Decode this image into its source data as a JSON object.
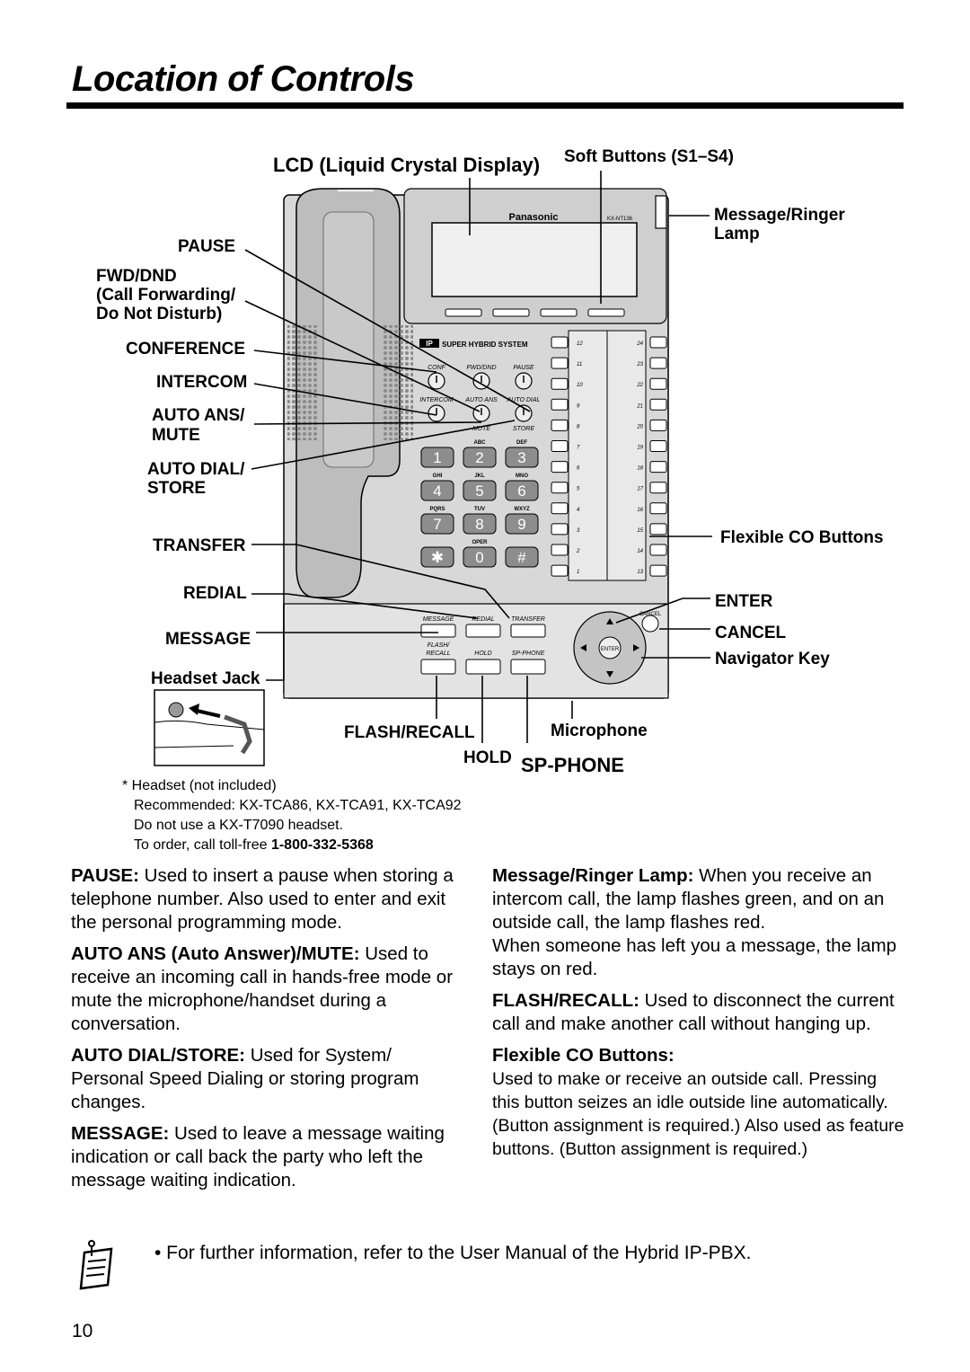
{
  "page": {
    "title": "Location of Controls",
    "page_number": "10",
    "note": "• For further information, refer to the User Manual of the Hybrid IP-PBX."
  },
  "diagram": {
    "labels": {
      "lcd": "LCD (Liquid Crystal Display)",
      "soft_buttons": "Soft Buttons (S1–S4)",
      "msg_lamp_1": "Message/Ringer",
      "msg_lamp_2": "Lamp",
      "pause": "PAUSE",
      "fwd_1": "FWD/DND",
      "fwd_2": "(Call Forwarding/",
      "fwd_3": "Do Not Disturb)",
      "conference": "CONFERENCE",
      "intercom": "INTERCOM",
      "auto_ans_1": "AUTO ANS/",
      "auto_ans_2": "MUTE",
      "auto_dial_1": "AUTO DIAL/",
      "auto_dial_2": "STORE",
      "transfer": "TRANSFER",
      "redial": "REDIAL",
      "message": "MESSAGE",
      "headset_jack": "Headset Jack",
      "flexible_co": "Flexible CO Buttons",
      "enter": "ENTER",
      "cancel": "CANCEL",
      "navigator": "Navigator Key",
      "flash_recall": "FLASH/RECALL",
      "microphone": "Microphone",
      "hold": "HOLD",
      "sp_phone": "SP-PHONE"
    },
    "phone": {
      "brand": "Panasonic",
      "model": "KX-NT136",
      "system_text": "SUPER HYBRID SYSTEM",
      "ip_badge": "IP",
      "key_labels": [
        "CONF",
        "FWD/DND",
        "PAUSE",
        "INTERCOM",
        "AUTO ANS",
        "AUTO DIAL",
        "MUTE",
        "STORE"
      ],
      "keypad": [
        {
          "digit": "1",
          "letters": ""
        },
        {
          "digit": "2",
          "letters": "ABC"
        },
        {
          "digit": "3",
          "letters": "DEF"
        },
        {
          "digit": "4",
          "letters": "GHI"
        },
        {
          "digit": "5",
          "letters": "JKL"
        },
        {
          "digit": "6",
          "letters": "MNO"
        },
        {
          "digit": "7",
          "letters": "PQRS"
        },
        {
          "digit": "8",
          "letters": "TUV"
        },
        {
          "digit": "9",
          "letters": "WXYZ"
        },
        {
          "digit": "✱",
          "letters": ""
        },
        {
          "digit": "0",
          "letters": "OPER"
        },
        {
          "digit": "#",
          "letters": ""
        }
      ],
      "co_left": [
        "12",
        "11",
        "10",
        "9",
        "8",
        "7",
        "6",
        "5",
        "4",
        "3",
        "2",
        "1"
      ],
      "co_right": [
        "24",
        "23",
        "22",
        "21",
        "20",
        "19",
        "18",
        "17",
        "16",
        "15",
        "14",
        "13"
      ],
      "func_top": [
        "MESSAGE",
        "REDIAL",
        "TRANSFER"
      ],
      "func_bottom": [
        "FLASH/ RECALL",
        "HOLD",
        "SP-PHONE"
      ],
      "nav_enter": "ENTER",
      "nav_cancel": "CANCEL"
    },
    "headset_note": {
      "line1": "* Headset (not included)",
      "line2": "Recommended: KX-TCA86, KX-TCA91, KX-TCA92",
      "line3": "Do not use a KX-T7090 headset.",
      "line4_prefix": "To order, call toll-free ",
      "line4_number": "1-800-332-5368"
    }
  },
  "descriptions": {
    "pause": {
      "term": "PAUSE:",
      "text": " Used to insert a pause when storing a telephone number.  Also used to enter and exit the personal programming mode."
    },
    "auto_ans": {
      "term": "AUTO ANS (Auto Answer)/MUTE:",
      "text": " Used to receive an incoming call in hands-free mode or mute the microphone/handset during a conversation."
    },
    "auto_dial": {
      "term": "AUTO DIAL/STORE:",
      "text": " Used for System/ Personal Speed Dialing or storing program changes."
    },
    "message": {
      "term": "MESSAGE:",
      "text": " Used to leave a message waiting indication or call back the party who left the message waiting indication."
    },
    "msg_lamp": {
      "term": "Message/Ringer Lamp:",
      "text": " When you receive an intercom call, the lamp flashes green, and on an outside call, the lamp flashes red.",
      "text2": "When someone has left you a message, the lamp stays on red."
    },
    "flash": {
      "term": "FLASH/RECALL:",
      "text": " Used to disconnect the current call and make another call without hanging up."
    },
    "flexible": {
      "term": "Flexible CO Buttons:",
      "text": "Used to make or receive an outside call. Pressing this button seizes an idle outside line automatically.  (Button assignment is required.)  Also used as feature buttons. (Button assignment is required.)"
    }
  }
}
